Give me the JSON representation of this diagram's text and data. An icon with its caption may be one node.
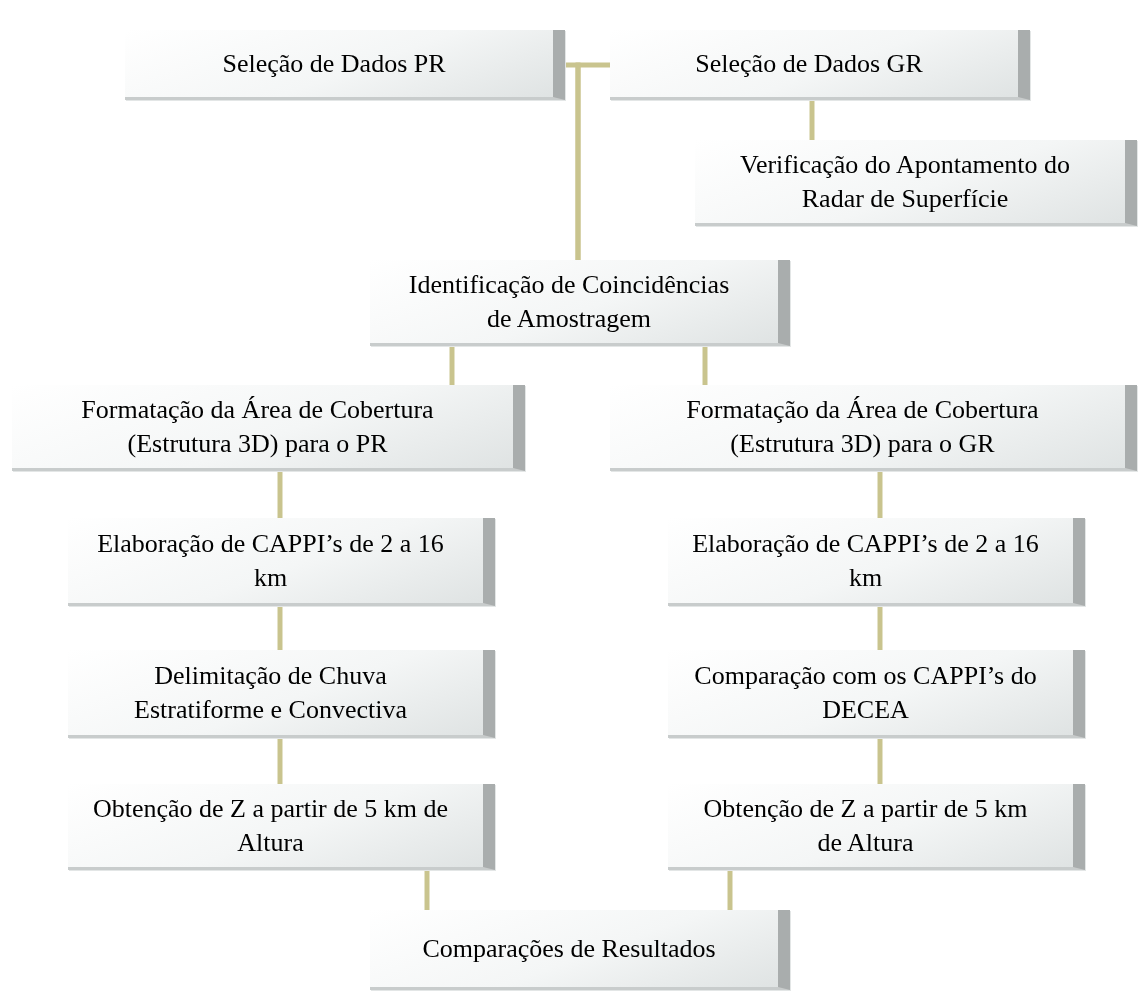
{
  "diagram": {
    "nodes": [
      {
        "text": [
          "Seleção de Dados PR"
        ]
      },
      {
        "text": [
          "Seleção de Dados GR"
        ]
      },
      {
        "text": [
          "Verificação do Apontamento do Radar de Superfície"
        ]
      },
      {
        "text": [
          "Identificação de Coincidências de Amostragem"
        ]
      },
      {
        "text": [
          "Formatação da Área de Cobertura (Estrutura 3D) para o PR"
        ]
      },
      {
        "text": [
          "Formatação da Área de Cobertura (Estrutura 3D) para o GR"
        ]
      },
      {
        "text": [
          "Elaboração de CAPPI’s de 2 a 16 km"
        ]
      },
      {
        "text": [
          "Elaboração de CAPPI’s de 2 a 16 km"
        ]
      },
      {
        "text": [
          "Delimitação de Chuva Estratiforme e Convectiva"
        ]
      },
      {
        "text": [
          "Comparação com os CAPPI’s do DECEA"
        ]
      },
      {
        "text": [
          "Obtenção de Z a partir de 5 km de Altura"
        ]
      },
      {
        "text": [
          "Obtenção de Z a partir de 5 km de Altura"
        ]
      },
      {
        "text": [
          "Comparações de Resultados"
        ]
      }
    ],
    "edges": [
      {
        "from": 0,
        "to": 3,
        "arrow": "none"
      },
      {
        "from": 1,
        "to": 3,
        "arrow": "none"
      },
      {
        "from": 1,
        "to": 2,
        "arrow": "none"
      },
      {
        "from": 3,
        "to": 4,
        "arrow": "none"
      },
      {
        "from": 3,
        "to": 5,
        "arrow": "none"
      },
      {
        "from": 4,
        "to": 6,
        "arrow": "none"
      },
      {
        "from": 6,
        "to": 8,
        "arrow": "none"
      },
      {
        "from": 8,
        "to": 10,
        "arrow": "none"
      },
      {
        "from": 5,
        "to": 7,
        "arrow": "none"
      },
      {
        "from": 7,
        "to": 9,
        "arrow": "none"
      },
      {
        "from": 9,
        "to": 11,
        "arrow": "none"
      },
      {
        "from": 10,
        "to": 12,
        "arrow": "none"
      },
      {
        "from": 11,
        "to": 12,
        "arrow": "none"
      }
    ]
  }
}
